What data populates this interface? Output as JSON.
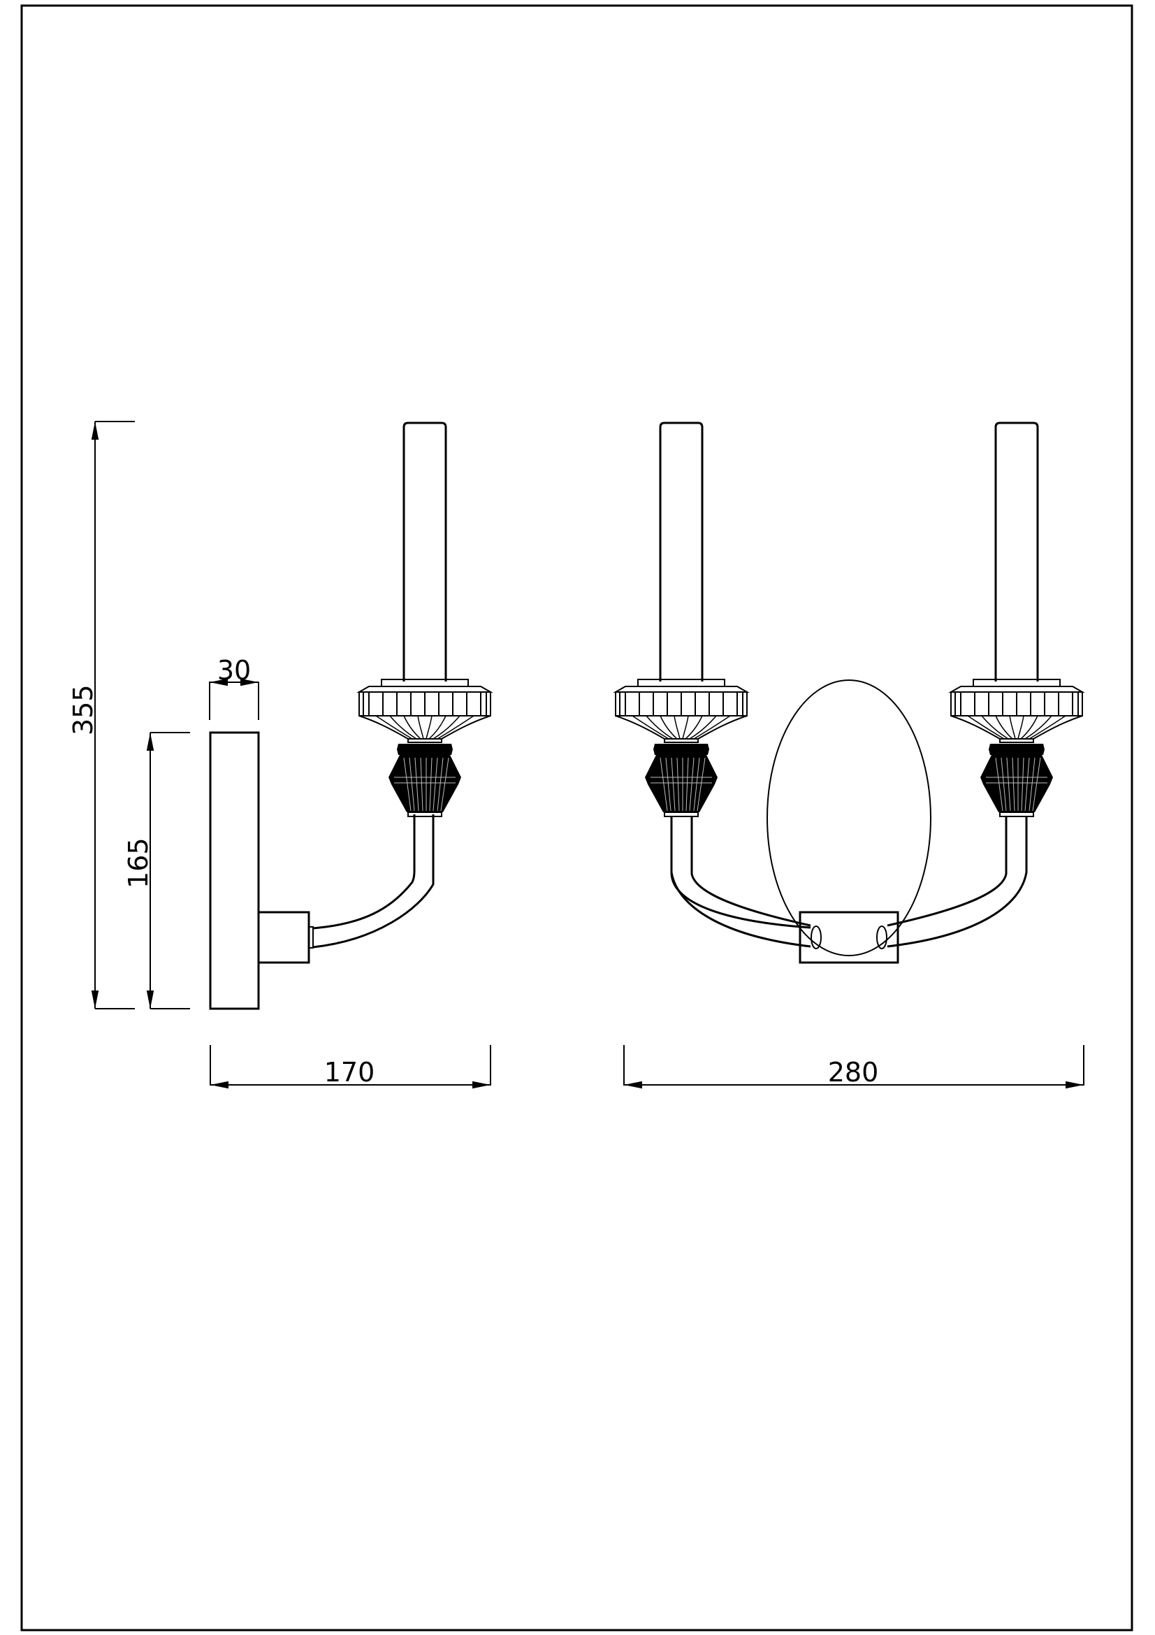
{
  "drawing": {
    "type": "technical dimension drawing",
    "subject": "two-arm candle wall sconce",
    "views": [
      "side-view",
      "front-view"
    ],
    "units_implied": "mm",
    "line_color": "#000000",
    "background": "#ffffff"
  },
  "dimensions": {
    "total_height": "355",
    "backplate_height": "165",
    "backplate_depth": "30",
    "side_projection": "170",
    "front_width": "280"
  }
}
